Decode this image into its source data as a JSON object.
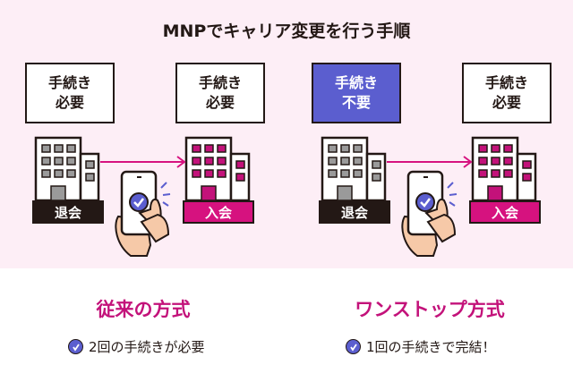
{
  "title": "MNPでキャリア変更を行う手順",
  "colors": {
    "background_top": "#fdeef6",
    "pink": "#d6127f",
    "purple": "#5b5ecf",
    "dark": "#231815"
  },
  "panels": [
    {
      "bubble_left": {
        "line1": "手続き",
        "line2": "必要"
      },
      "bubble_right": {
        "line1": "手続き",
        "line2": "必要"
      },
      "label_left": "退会",
      "label_right": "入会",
      "heading": "従来の方式",
      "note": "2回の手続きが必要"
    },
    {
      "bubble_left": {
        "line1": "手続き",
        "line2": "不要"
      },
      "bubble_right": {
        "line1": "手続き",
        "line2": "必要"
      },
      "label_left": "退会",
      "label_right": "入会",
      "heading": "ワンストップ方式",
      "note": "1回の手続きで完結！"
    }
  ]
}
